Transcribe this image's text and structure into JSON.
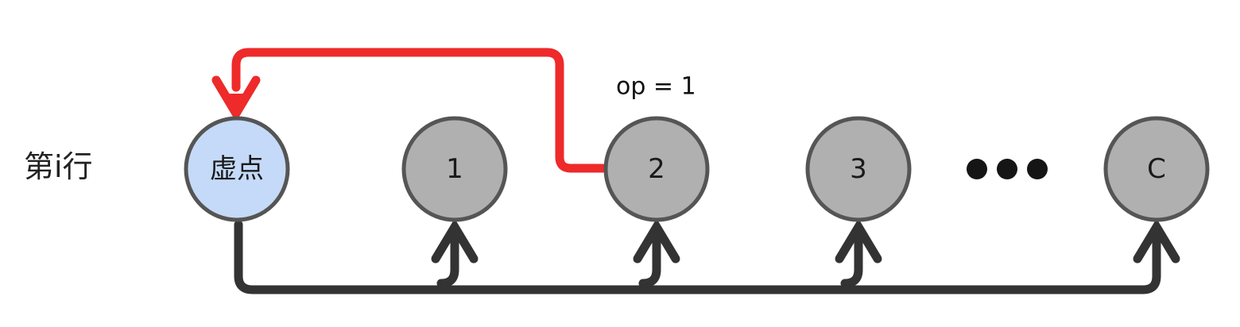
{
  "row_label": "第i行",
  "nodes": [
    {
      "id": "virtual",
      "label": "虚点",
      "kind": "virtual"
    },
    {
      "id": "n1",
      "label": "1",
      "kind": "normal"
    },
    {
      "id": "n2",
      "label": "2",
      "kind": "normal"
    },
    {
      "id": "n3",
      "label": "3",
      "kind": "normal"
    },
    {
      "id": "nc",
      "label": "C",
      "kind": "normal"
    }
  ],
  "ellipsis": "•••",
  "edges": [
    {
      "from": "n2",
      "to": "virtual",
      "label": "op = 1",
      "color": "#ee2a2a"
    },
    {
      "from": "virtual",
      "to": [
        "n1",
        "n2",
        "n3",
        "nc"
      ],
      "color": "#333333"
    }
  ],
  "colors": {
    "virtual_fill": "#c5daf8",
    "node_fill": "#b0b0b0",
    "node_stroke": "#555555",
    "red_edge": "#ee2a2a",
    "dark_edge": "#333333",
    "ellipsis_dot": "#151515"
  }
}
